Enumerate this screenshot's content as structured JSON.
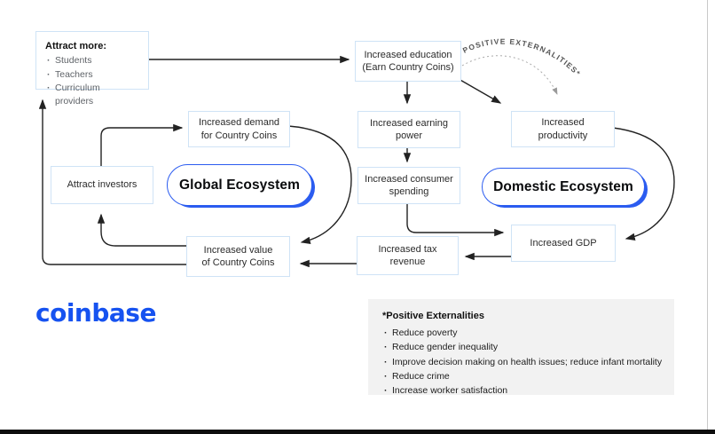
{
  "colors": {
    "accent_blue": "#1652f0",
    "pill_blue": "#2b5cf0",
    "box_border": "#cfe3f6",
    "arrow_black": "#222222",
    "externality_gray": "#9a9a9a",
    "footnote_bg": "#f2f2f2",
    "bottom_bar": "#0d0d0d"
  },
  "logo": {
    "text": "coinbase"
  },
  "diagram": {
    "attract_more": {
      "title": "Attract more:",
      "bullets": [
        "Students",
        "Teachers",
        "Curriculum providers"
      ]
    },
    "nodes": {
      "education": [
        "Increased education",
        "(Earn Country Coins)"
      ],
      "demand": [
        "Increased demand",
        "for Country Coins"
      ],
      "earning": [
        "Increased earning",
        "power"
      ],
      "productivity": [
        "Increased",
        "productivity"
      ],
      "investors": [
        "Attract investors"
      ],
      "consumer": [
        "Increased consumer",
        "spending"
      ],
      "gdp": [
        "Increased GDP"
      ],
      "value": [
        "Increased value",
        "of Country Coins"
      ],
      "tax": [
        "Increased tax",
        "revenue"
      ]
    },
    "pills": {
      "global": "Global Ecosystem",
      "domestic": "Domestic Ecosystem"
    },
    "externalities_arc_label": "POSITIVE EXTERNALITIES*"
  },
  "footnote": {
    "title": "*Positive Externalities",
    "bullets": [
      "Reduce poverty",
      "Reduce gender inequality",
      "Improve decision making on health issues; reduce infant mortality",
      "Reduce crime",
      "Increase worker satisfaction"
    ]
  }
}
